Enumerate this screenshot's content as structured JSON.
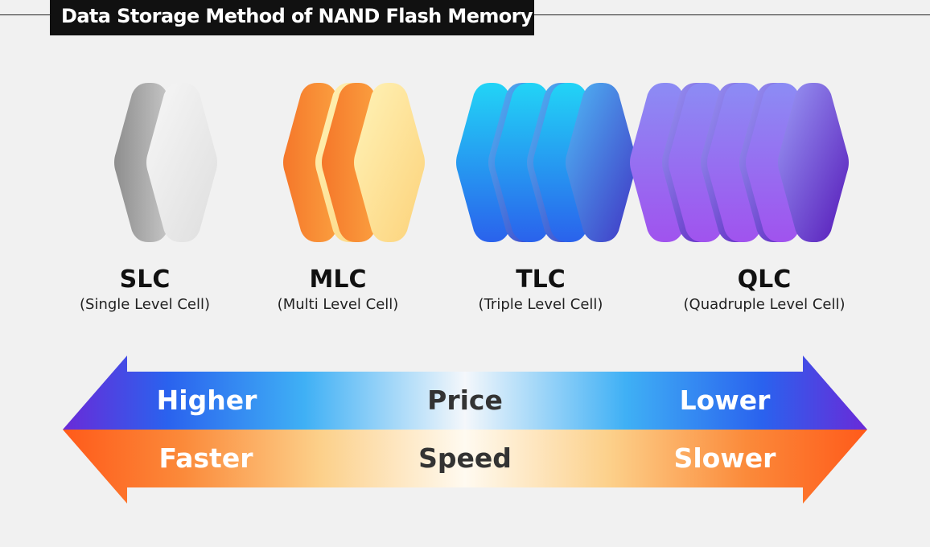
{
  "title": "Data Storage Method of NAND Flash Memory",
  "cells": [
    {
      "name": "SLC",
      "full": "(Single Level Cell)",
      "layers": 1
    },
    {
      "name": "MLC",
      "full": "(Multi Level Cell)",
      "layers": 2
    },
    {
      "name": "TLC",
      "full": "(Triple Level Cell)",
      "layers": 3
    },
    {
      "name": "QLC",
      "full": "(Quadruple Level Cell)",
      "layers": 4
    }
  ],
  "price_row": {
    "left": "Higher",
    "center": "Price",
    "right": "Lower"
  },
  "speed_row": {
    "left": "Faster",
    "center": "Speed",
    "right": "Slower"
  },
  "colors": {
    "slc": [
      "#8a8a8a",
      "#d6d6d6",
      "#f2f2f2"
    ],
    "mlc": [
      "#f7822d",
      "#fcb14a",
      "#fde9a8"
    ],
    "tlc": [
      "#1fd6f7",
      "#2b7df2",
      "#4436c7"
    ],
    "qlc": [
      "#8e8ef5",
      "#7452e6",
      "#5a1fc2"
    ],
    "price_arrow": [
      "#6a2ae0",
      "#1f7ef2",
      "#ffffff"
    ],
    "speed_arrow": [
      "#ff6a1f",
      "#fcc46a",
      "#fffbe8"
    ]
  }
}
